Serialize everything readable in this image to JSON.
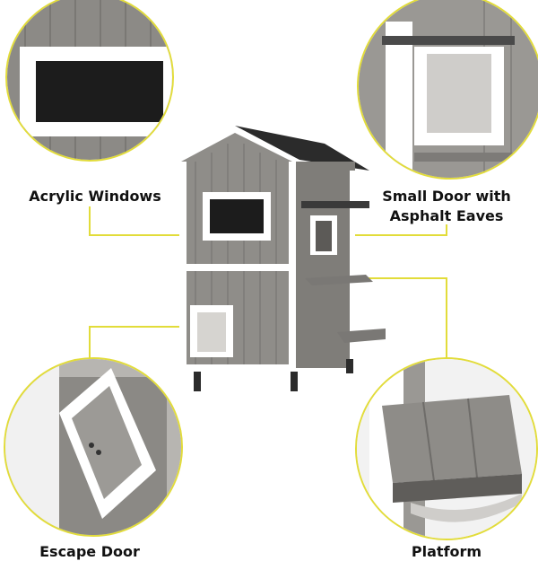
{
  "callouts": {
    "top_left": "Acrylic Windows",
    "top_right_line1": "Small Door with",
    "top_right_line2": "Asphalt Eaves",
    "bottom_left": "Escape Door",
    "bottom_right": "Platform"
  },
  "colors": {
    "accent_line": "#e2dc3a",
    "wood_gray": "#8f8d89",
    "trim_white": "#ffffff",
    "roof_black": "#2b2b2b",
    "window_black": "#1c1c1c"
  }
}
